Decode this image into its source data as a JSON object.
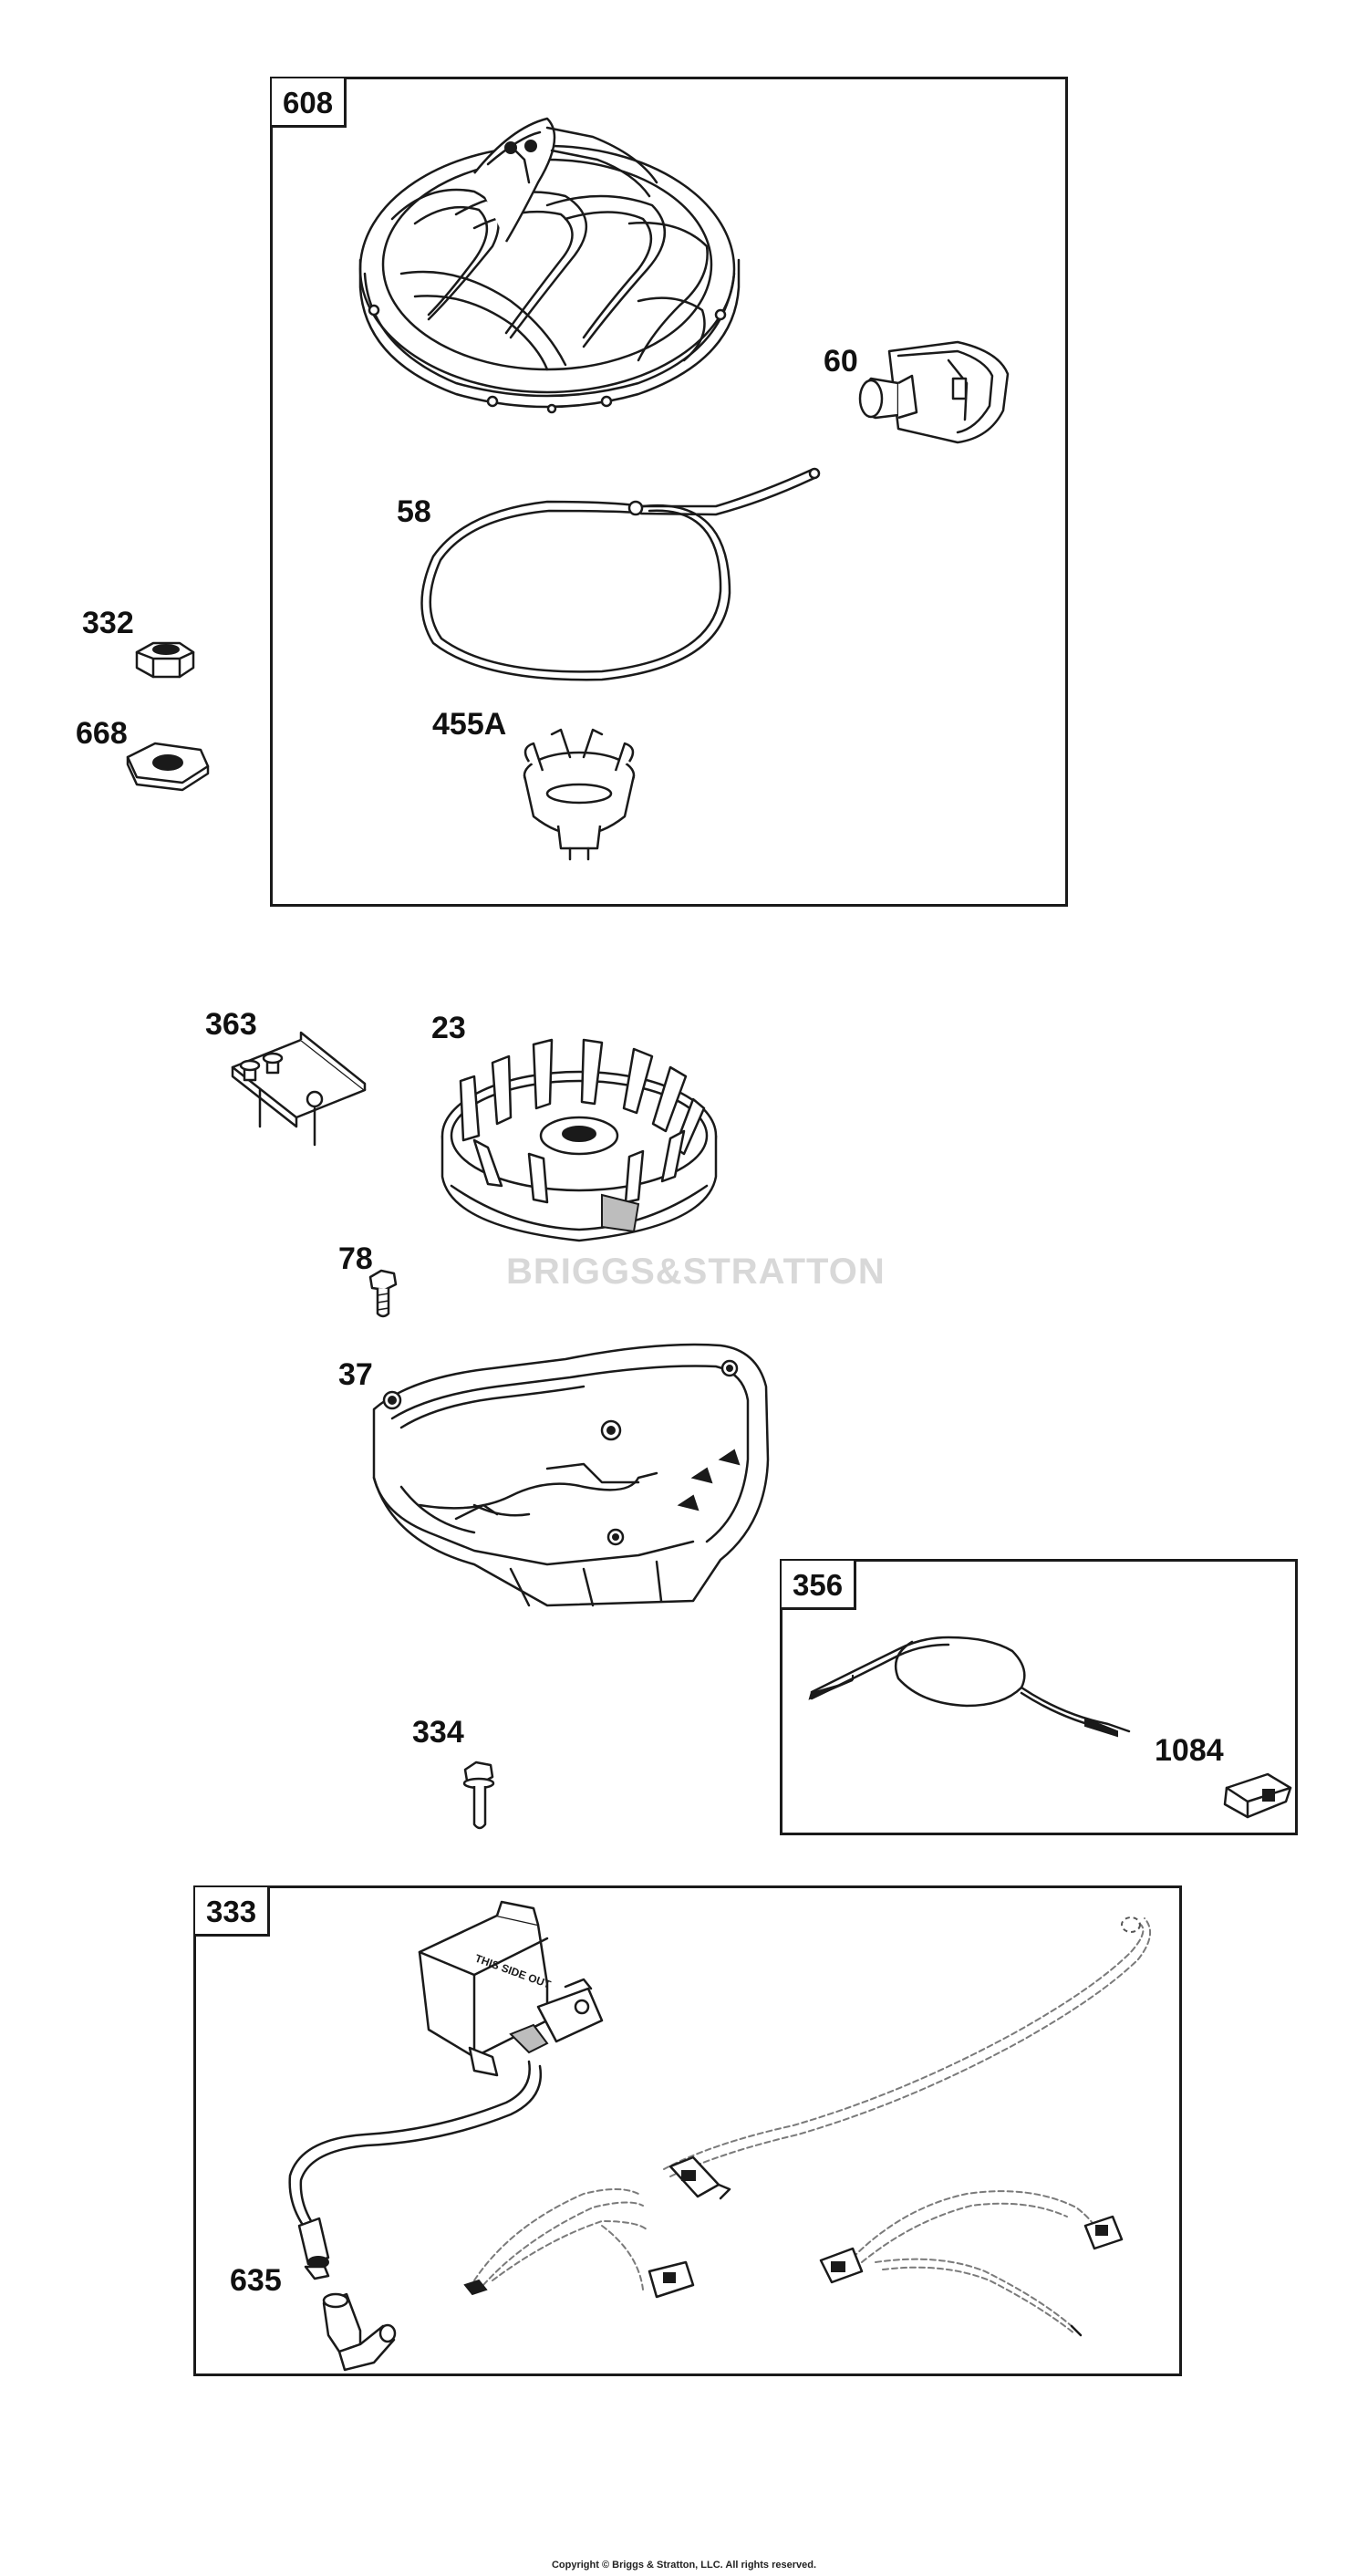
{
  "groups": {
    "g608": {
      "tag": "608"
    },
    "g356": {
      "tag": "356"
    },
    "g333": {
      "tag": "333"
    }
  },
  "callouts": {
    "c60": "60",
    "c58": "58",
    "c455a": "455A",
    "c332": "332",
    "c668": "668",
    "c363": "363",
    "c23": "23",
    "c78": "78",
    "c37": "37",
    "c334": "334",
    "c1084": "1084",
    "c635": "635"
  },
  "watermark": "BRIGGS&STRATTON",
  "coil_label": "THIS SIDE OUT",
  "footer": "Copyright © Briggs & Stratton, LLC. All rights reserved."
}
